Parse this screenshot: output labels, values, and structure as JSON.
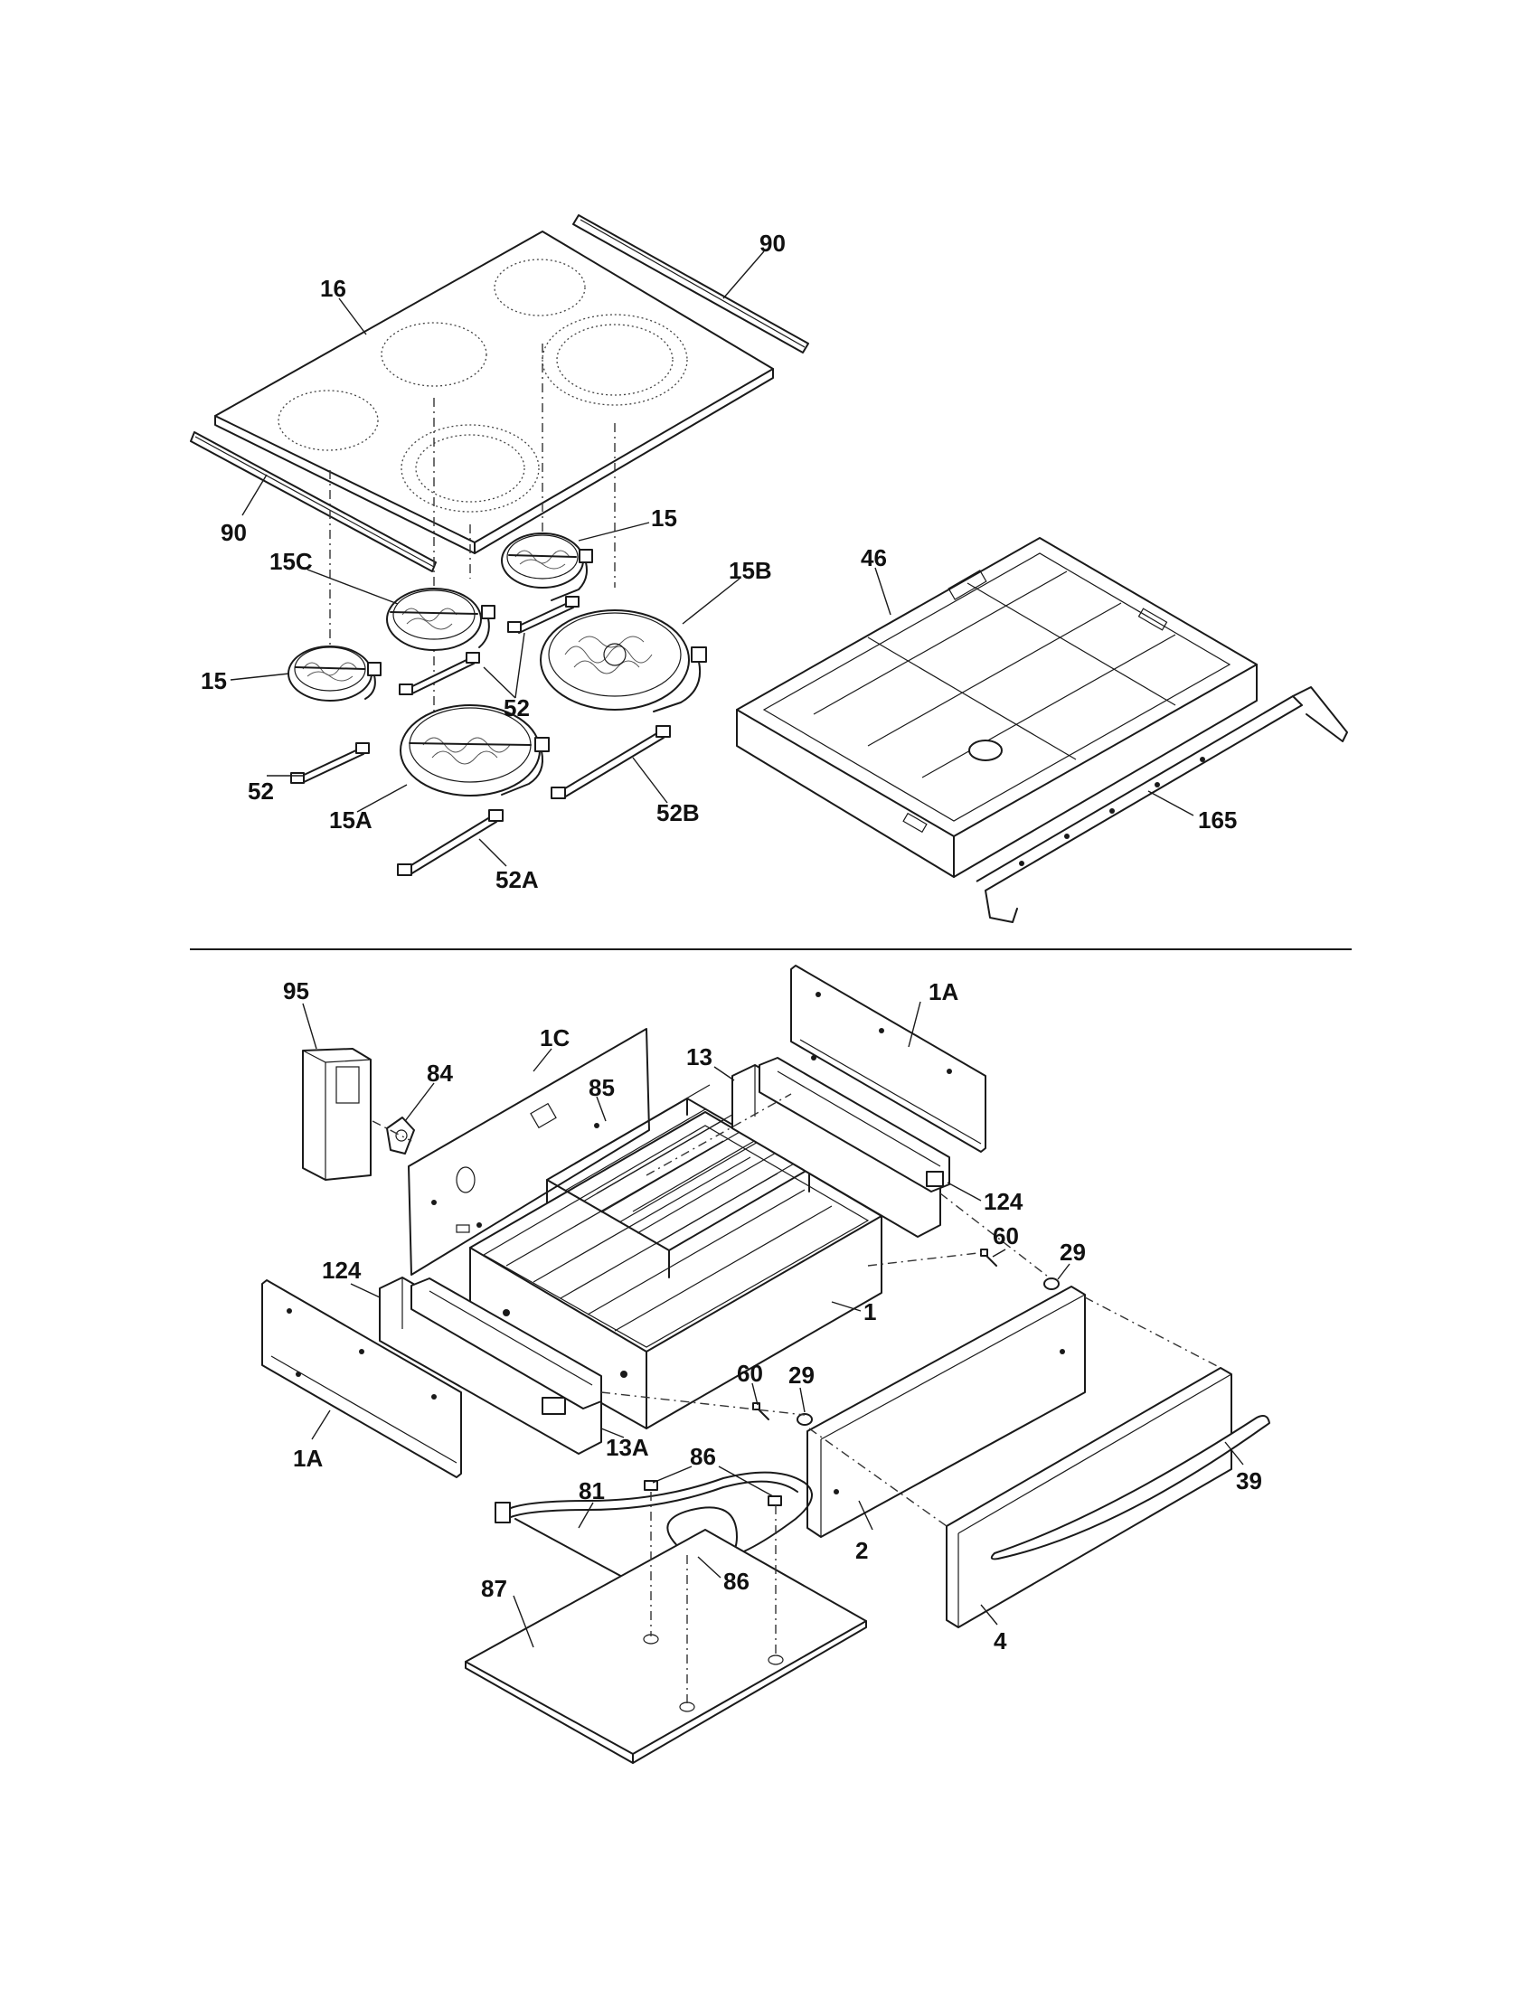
{
  "callouts": {
    "c_90_top": "90",
    "c_16": "16",
    "c_90_left": "90",
    "c_15_top": "15",
    "c_15c": "15C",
    "c_15b": "15B",
    "c_46": "46",
    "c_15_left": "15",
    "c_52_mid": "52",
    "c_52_left": "52",
    "c_15a": "15A",
    "c_52b": "52B",
    "c_52a": "52A",
    "c_165": "165",
    "c_95": "95",
    "c_84": "84",
    "c_1c": "1C",
    "c_85": "85",
    "c_13": "13",
    "c_1a_top": "1A",
    "c_124_right": "124",
    "c_60_right": "60",
    "c_29_right": "29",
    "c_124_left": "124",
    "c_1": "1",
    "c_60_mid": "60",
    "c_29_mid": "29",
    "c_1a_bottom": "1A",
    "c_13a": "13A",
    "c_86_top": "86",
    "c_81": "81",
    "c_39": "39",
    "c_86_mid": "86",
    "c_2": "2",
    "c_87": "87",
    "c_4": "4"
  }
}
